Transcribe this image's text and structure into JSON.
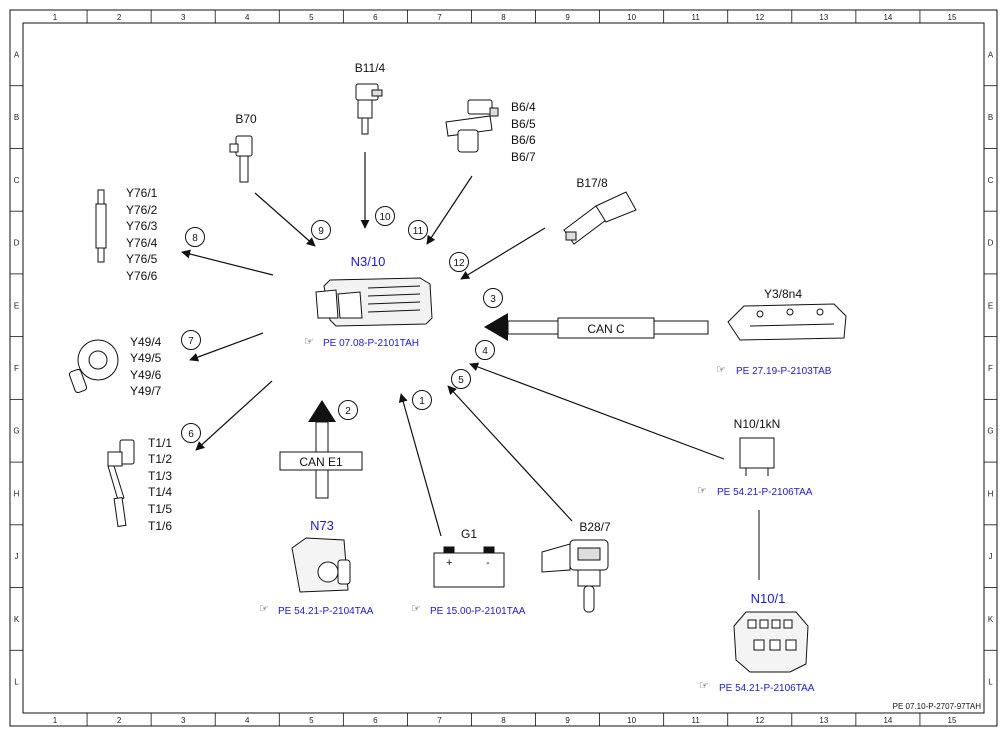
{
  "frame": {
    "columns": [
      "1",
      "2",
      "3",
      "4",
      "5",
      "6",
      "7",
      "8",
      "9",
      "10",
      "11",
      "12",
      "13",
      "14",
      "15"
    ],
    "rows": [
      "A",
      "B",
      "C",
      "D",
      "E",
      "F",
      "G",
      "H",
      "J",
      "K",
      "L"
    ]
  },
  "center": {
    "label": "N3/10",
    "ref": "PE 07.08-P-2101TAH"
  },
  "components": {
    "b11_4": "B11/4",
    "b70": "B70",
    "b6": [
      "B6/4",
      "B6/5",
      "B6/6",
      "B6/7"
    ],
    "b17_8": "B17/8",
    "y76": [
      "Y76/1",
      "Y76/2",
      "Y76/3",
      "Y76/4",
      "Y76/5",
      "Y76/6"
    ],
    "y49": [
      "Y49/4",
      "Y49/5",
      "Y49/6",
      "Y49/7"
    ],
    "t1": [
      "T1/1",
      "T1/2",
      "T1/3",
      "T1/4",
      "T1/5",
      "T1/6"
    ],
    "y3_8n4": {
      "label": "Y3/8n4",
      "ref": "PE 27.19-P-2103TAB"
    },
    "n10_1kn": {
      "label": "N10/1kN",
      "ref": "PE 54.21-P-2106TAA"
    },
    "n10_1": {
      "label": "N10/1",
      "ref": "PE 54.21-P-2106TAA"
    },
    "n73": {
      "label": "N73",
      "ref": "PE 54.21-P-2104TAA"
    },
    "g1": {
      "label": "G1",
      "ref": "PE 15.00-P-2101TAA",
      "plus": "+",
      "minus": "-"
    },
    "b28_7": "B28/7"
  },
  "buses": {
    "can_c": "CAN C",
    "can_e1": "CAN E1"
  },
  "callouts": [
    "1",
    "2",
    "3",
    "4",
    "5",
    "6",
    "7",
    "8",
    "9",
    "10",
    "11",
    "12"
  ],
  "footer_code": "PE 07.10-P-2707-97TAH",
  "colors": {
    "line": "#111111",
    "label_blue": "#1b1bd0"
  }
}
